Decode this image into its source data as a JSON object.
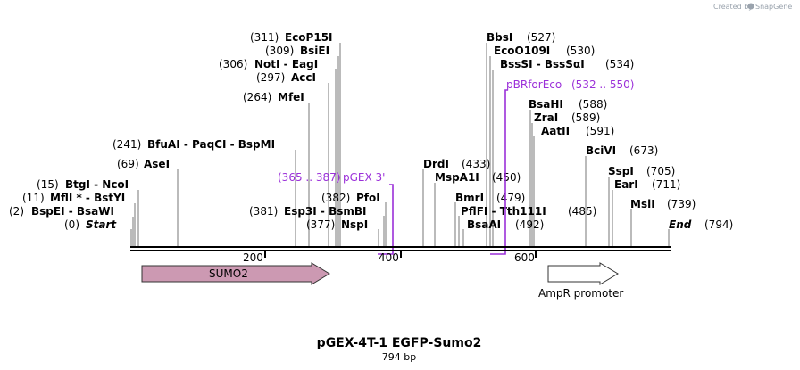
{
  "brand": {
    "created_by": "Created by",
    "name": "SnapGene"
  },
  "map": {
    "title": "pGEX-4T-1 EGFP-Sumo2",
    "subtitle": "794 bp",
    "ruler": [
      "200",
      "400",
      "600"
    ]
  },
  "sites": [
    {
      "pos": "(0)",
      "name": "Start",
      "italic": true
    },
    {
      "pos": "(2)",
      "name": "BspEI  - BsaWI"
    },
    {
      "pos": "(11)",
      "name": "MflI * - BstYI"
    },
    {
      "pos": "(15)",
      "name": "BtgI  - NcoI"
    },
    {
      "pos": "(69)",
      "name": "AseI"
    },
    {
      "pos": "(241)",
      "name": "BfuAI  - PaqCI  - BspMI"
    },
    {
      "pos": "(264)",
      "name": "MfeI"
    },
    {
      "pos": "(297)",
      "name": "AccI"
    },
    {
      "pos": "(306)",
      "name": "NotI  - EagI"
    },
    {
      "pos": "(309)",
      "name": "BsiEI"
    },
    {
      "pos": "(311)",
      "name": "EcoP15I"
    },
    {
      "pos": "(381)",
      "name": "Esp3I  - BsmBI"
    },
    {
      "pos": "(382)",
      "name": "PfoI"
    },
    {
      "pos": "(377)",
      "name": "NspI"
    },
    {
      "pos": "(433)",
      "name": "DrdI",
      "pos_after": true
    },
    {
      "pos": "(450)",
      "name": "MspA1I",
      "pos_after": true
    },
    {
      "pos": "(479)",
      "name": "BmrI",
      "pos_after": true
    },
    {
      "pos": "(485)",
      "name": "PflFI  - Tth111I",
      "pos_after": true
    },
    {
      "pos": "(492)",
      "name": "BsaAI",
      "pos_after": true
    },
    {
      "pos": "(527)",
      "name": "BbsI",
      "pos_after": true
    },
    {
      "pos": "(530)",
      "name": "EcoO109I",
      "pos_after": true
    },
    {
      "pos": "(534)",
      "name": "BssSI  - BssSαI",
      "pos_after": true
    },
    {
      "pos": "(588)",
      "name": "BsaHI",
      "pos_after": true
    },
    {
      "pos": "(589)",
      "name": "ZraI",
      "pos_after": true
    },
    {
      "pos": "(591)",
      "name": "AatII",
      "pos_after": true
    },
    {
      "pos": "(673)",
      "name": "BciVI",
      "pos_after": true
    },
    {
      "pos": "(705)",
      "name": "SspI",
      "pos_after": true
    },
    {
      "pos": "(711)",
      "name": "EarI",
      "pos_after": true
    },
    {
      "pos": "(739)",
      "name": "MslI",
      "pos_after": true
    },
    {
      "pos": "(794)",
      "name": "End",
      "italic": true,
      "pos_after": true
    }
  ],
  "primers": [
    {
      "name": "pGEX 3'",
      "range": "(365 .. 387)"
    },
    {
      "name": "pBRforEco",
      "range": "(532 .. 550)"
    }
  ],
  "features": [
    {
      "name": "SUMO2",
      "color": "#cc99b2"
    },
    {
      "name": "AmpR promoter",
      "color": "#ffffff"
    }
  ],
  "colors": {
    "primer": "#9b30d9",
    "backbone": "#000000",
    "sumo2": "#cc99b2"
  }
}
